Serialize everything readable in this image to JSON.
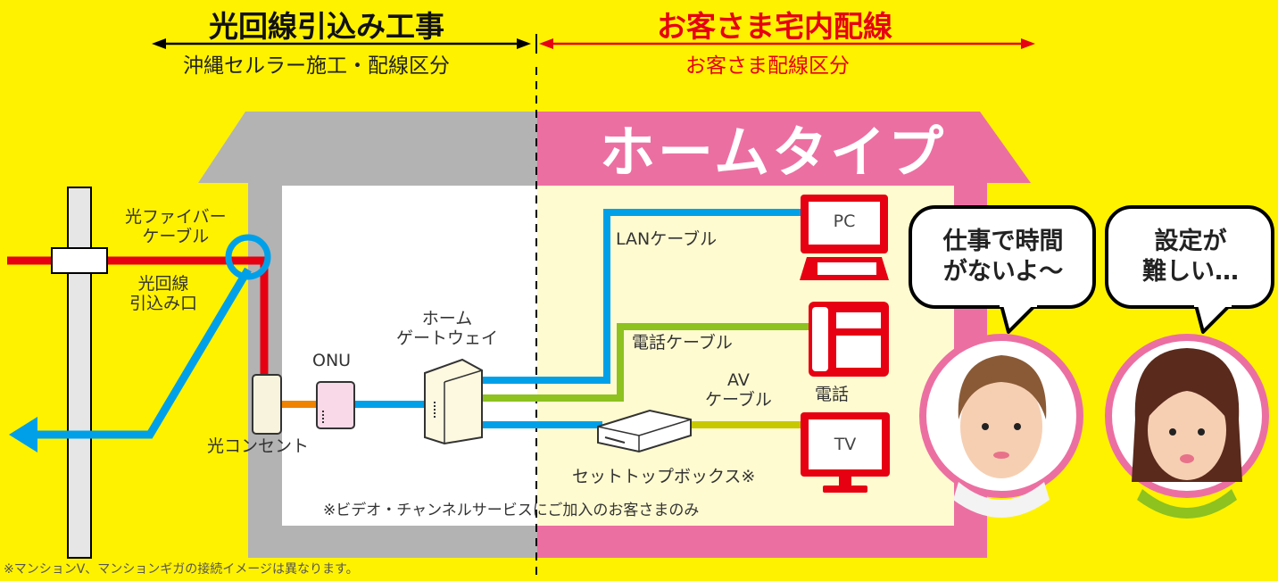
{
  "header": {
    "left_title": "光回線引込み工事",
    "left_sub": "沖縄セルラー施工・配線区分",
    "right_title": "お客さま宅内配線",
    "right_sub": "お客さま配線区分"
  },
  "banner": "ホームタイプ",
  "labels": {
    "fiber_cable": "光ファイバー\nケーブル",
    "entry": "光回線\n引込み口",
    "outlet": "光コンセント",
    "onu": "ONU",
    "gateway": "ホーム\nゲートウェイ",
    "lan_cable": "LANケーブル",
    "phone_cable": "電話ケーブル",
    "av_cable": "AV\nケーブル",
    "stb": "セットトップボックス※",
    "pc": "PC",
    "phone": "電話",
    "tv": "TV",
    "video_note": "※ビデオ・チャンネルサービスにご加入のお客さまのみ"
  },
  "bubbles": {
    "man": "仕事で時間\nがないよ〜",
    "woman": "設定が\n難しい…"
  },
  "footnote": "※マンションV、マンションギガの接続イメージは異なります。",
  "colors": {
    "background": "#FFF200",
    "gray_house": "#B3B3B3",
    "pink_house": "#EC6FA2",
    "fiber_red": "#E60012",
    "lan_blue": "#00A0E9",
    "phone_green": "#8DC21F",
    "av_olive": "#C8C800",
    "onu_orange": "#F08300",
    "header_red": "#E60012"
  }
}
